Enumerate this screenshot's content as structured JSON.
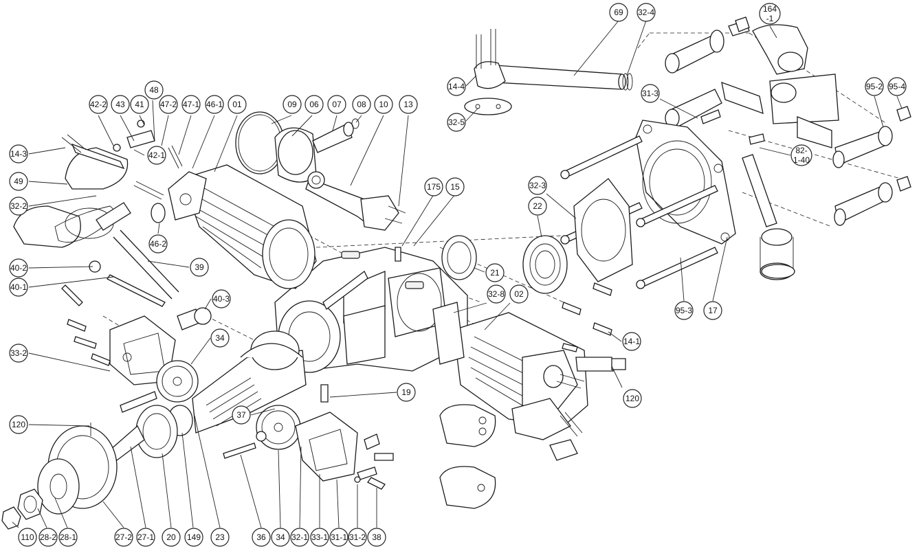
{
  "labels": [
    {
      "id": "69",
      "text": "69"
    },
    {
      "id": "32-4",
      "text": "32-4"
    },
    {
      "id": "164-1",
      "text": "164\n-1"
    },
    {
      "id": "14-4",
      "text": "14-4"
    },
    {
      "id": "32-5",
      "text": "32-5"
    },
    {
      "id": "31-3",
      "text": "31-3"
    },
    {
      "id": "95-2",
      "text": "95-2"
    },
    {
      "id": "95-4",
      "text": "95-4"
    },
    {
      "id": "82-1-40",
      "text": "82-\n1-40"
    },
    {
      "id": "32-3",
      "text": "32-3"
    },
    {
      "id": "22",
      "text": "22"
    },
    {
      "id": "95-3",
      "text": "95-3"
    },
    {
      "id": "17",
      "text": "17"
    },
    {
      "id": "14-1",
      "text": "14-1"
    },
    {
      "id": "120b",
      "text": "120"
    },
    {
      "id": "02",
      "text": "02"
    },
    {
      "id": "32-8",
      "text": "32-8"
    },
    {
      "id": "21",
      "text": "21"
    },
    {
      "id": "175",
      "text": "175"
    },
    {
      "id": "15",
      "text": "15"
    },
    {
      "id": "13",
      "text": "13"
    },
    {
      "id": "10",
      "text": "10"
    },
    {
      "id": "08",
      "text": "08"
    },
    {
      "id": "07",
      "text": "07"
    },
    {
      "id": "06",
      "text": "06"
    },
    {
      "id": "09",
      "text": "09"
    },
    {
      "id": "01",
      "text": "01"
    },
    {
      "id": "46-1",
      "text": "46-1"
    },
    {
      "id": "47-1",
      "text": "47-1"
    },
    {
      "id": "47-2",
      "text": "47-2"
    },
    {
      "id": "48",
      "text": "48"
    },
    {
      "id": "41",
      "text": "41"
    },
    {
      "id": "43",
      "text": "43"
    },
    {
      "id": "42-2",
      "text": "42-2"
    },
    {
      "id": "42-1",
      "text": "42-1"
    },
    {
      "id": "14-3",
      "text": "14-3"
    },
    {
      "id": "49",
      "text": "49"
    },
    {
      "id": "32-2",
      "text": "32-2"
    },
    {
      "id": "46-2",
      "text": "46-2"
    },
    {
      "id": "39",
      "text": "39"
    },
    {
      "id": "40-2",
      "text": "40-2"
    },
    {
      "id": "40-1",
      "text": "40-1"
    },
    {
      "id": "40-3",
      "text": "40-3"
    },
    {
      "id": "33-2",
      "text": "33-2"
    },
    {
      "id": "34a",
      "text": "34"
    },
    {
      "id": "19",
      "text": "19"
    },
    {
      "id": "37",
      "text": "37"
    },
    {
      "id": "120a",
      "text": "120"
    },
    {
      "id": "110",
      "text": "110"
    },
    {
      "id": "28-2",
      "text": "28-2"
    },
    {
      "id": "28-1",
      "text": "28-1"
    },
    {
      "id": "27-2",
      "text": "27-2"
    },
    {
      "id": "27-1",
      "text": "27-1"
    },
    {
      "id": "20",
      "text": "20"
    },
    {
      "id": "149",
      "text": "149"
    },
    {
      "id": "23",
      "text": "23"
    },
    {
      "id": "36",
      "text": "36"
    },
    {
      "id": "34b",
      "text": "34"
    },
    {
      "id": "32-1",
      "text": "32-1"
    },
    {
      "id": "33-1",
      "text": "33-1"
    },
    {
      "id": "31-1",
      "text": "31-1"
    },
    {
      "id": "31-2",
      "text": "31-2"
    },
    {
      "id": "38",
      "text": "38"
    }
  ]
}
